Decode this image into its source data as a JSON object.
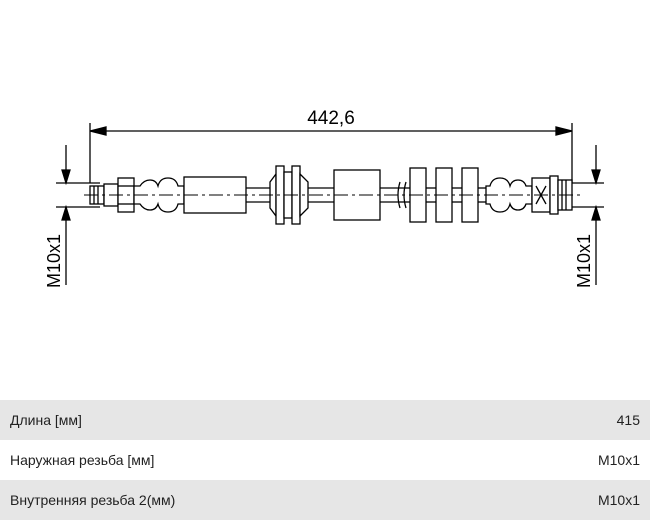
{
  "drawing": {
    "overall_length": "442,6",
    "left_thread": "M10x1",
    "right_thread": "M10x1"
  },
  "specs": [
    {
      "label": "Длина [мм]",
      "value": "415"
    },
    {
      "label": "Наружная резьба [мм]",
      "value": "M10x1"
    },
    {
      "label": "Внутренняя резьба 2(мм)",
      "value": "M10x1"
    }
  ]
}
